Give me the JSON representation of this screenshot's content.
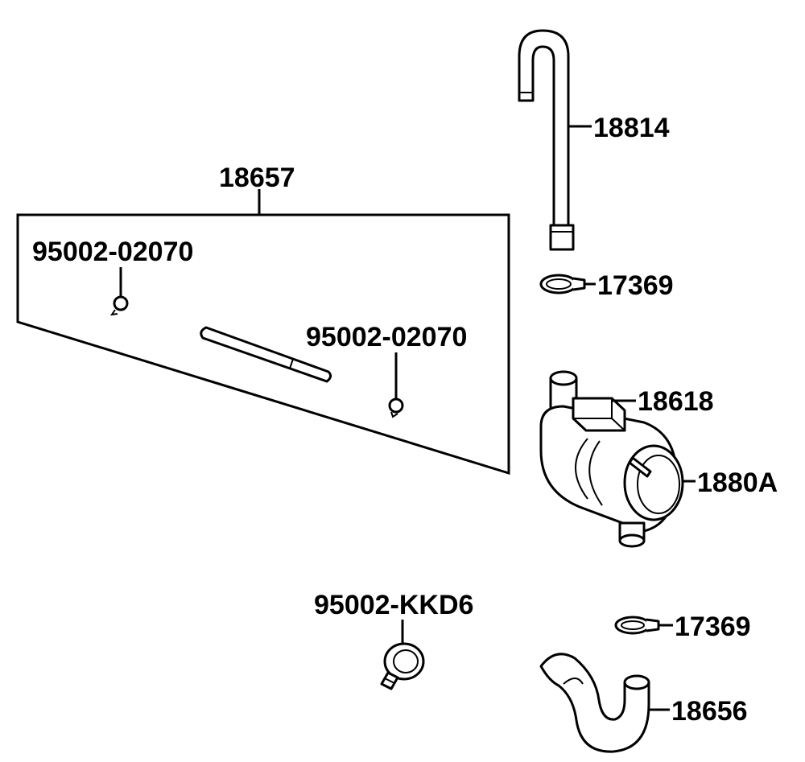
{
  "labels": {
    "hose_upper": "18814",
    "kit": "18657",
    "clip_kit_left": "95002-02070",
    "clip_kit_right": "95002-02070",
    "clamp_upper": "17369",
    "valve_body": "18618",
    "valve_cover": "1880A",
    "clamp_band": "95002-KKD6",
    "clamp_lower": "17369",
    "hose_lower": "18656"
  }
}
